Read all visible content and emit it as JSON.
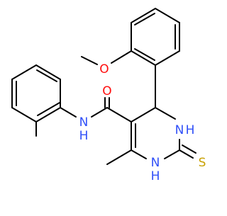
{
  "molecule": {
    "atoms": {
      "methoxy_o": {
        "label": "O",
        "color": "#ff0d0d"
      },
      "carbonyl_o": {
        "label": "O",
        "color": "#ff0d0d"
      },
      "amide_n": {
        "label": "N",
        "h_label": "H",
        "color": "#3050f8"
      },
      "ring_n1": {
        "label": "N",
        "h_label": "H",
        "color": "#3050f8"
      },
      "ring_n3": {
        "label": "N",
        "h_label": "H",
        "color": "#3050f8"
      },
      "thione_s": {
        "label": "S",
        "color": "#c8a000"
      }
    },
    "bond_color": "#000000"
  }
}
